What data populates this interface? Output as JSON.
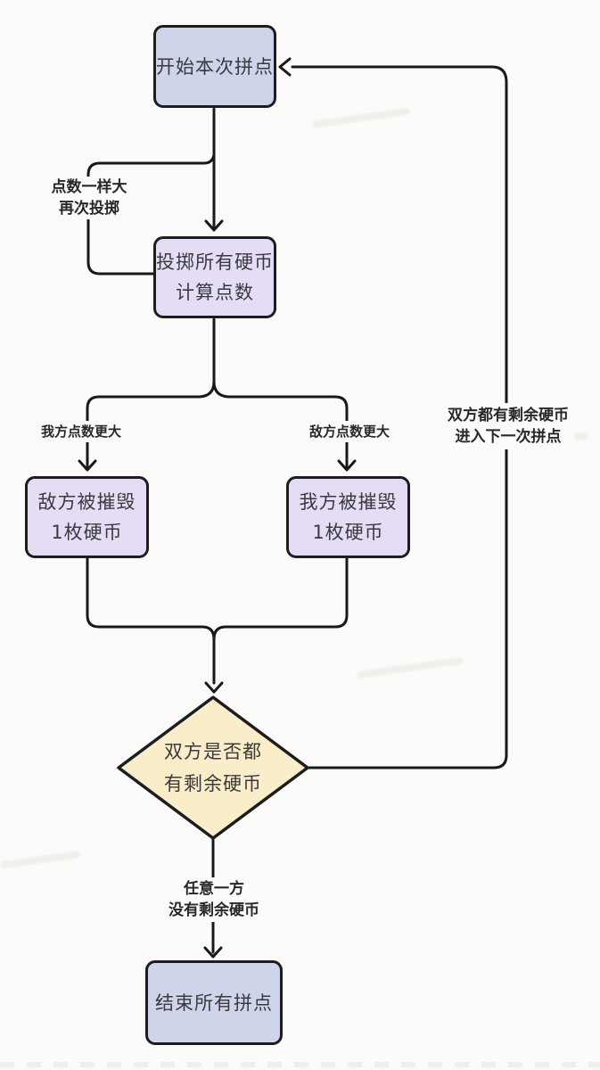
{
  "diagram": {
    "title_hint": "coin-duel flowchart",
    "colors": {
      "background": "#fcfbf9",
      "line": "#191919",
      "node_blue": "#ced5eb",
      "node_purple": "#e5ddf6",
      "decision_yellow": "#f9eec9",
      "border": "#1d1d20"
    },
    "nodes": {
      "start": {
        "label": "开始本次拼点"
      },
      "toss": {
        "line1": "投掷所有硬币",
        "line2": "计算点数"
      },
      "enemy_destroyed": {
        "line1": "敌方被摧毁",
        "line2": "1枚硬币"
      },
      "self_destroyed": {
        "line1": "我方被摧毁",
        "line2": "1枚硬币"
      },
      "decision": {
        "line1": "双方是否都",
        "line2": "有剩余硬币"
      },
      "end": {
        "label": "结束所有拼点"
      }
    },
    "edge_labels": {
      "retry": {
        "line1": "点数一样大",
        "line2": "再次投掷"
      },
      "my_points_bigger": {
        "label": "我方点数更大"
      },
      "enemy_points_bigger": {
        "label": "敌方点数更大"
      },
      "next_round": {
        "line1": "双方都有剩余硬币",
        "line2": "进入下一次拼点"
      },
      "no_coins_left": {
        "line1": "任意一方",
        "line2": "没有剩余硬币"
      }
    }
  }
}
